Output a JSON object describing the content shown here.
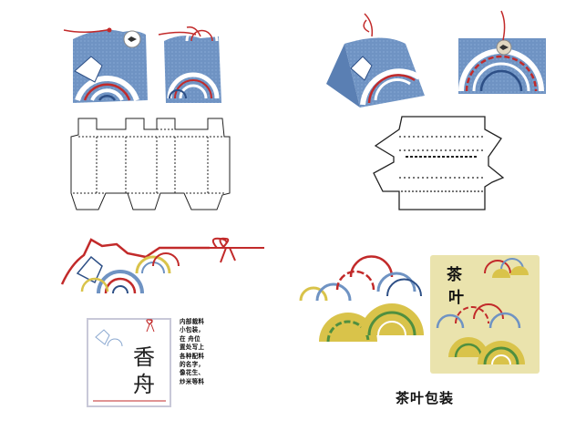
{
  "colors": {
    "blue": "#6f93c3",
    "dark_blue": "#2d4f86",
    "red": "#c22a2a",
    "gold": "#d9c34a",
    "green": "#4f8f3f",
    "khaki": "#eae3ad"
  },
  "gift_card": {
    "title_char_1": "香",
    "title_char_2": "舟",
    "note_lines": [
      "内部裁料",
      "小包装，",
      "在 舟位",
      "置处写上",
      "各种配料",
      "的名字，",
      "像花生、",
      "炒米等料"
    ]
  },
  "tea_label": {
    "char_1": "茶",
    "char_2": "叶"
  },
  "caption": "茶叶包装"
}
